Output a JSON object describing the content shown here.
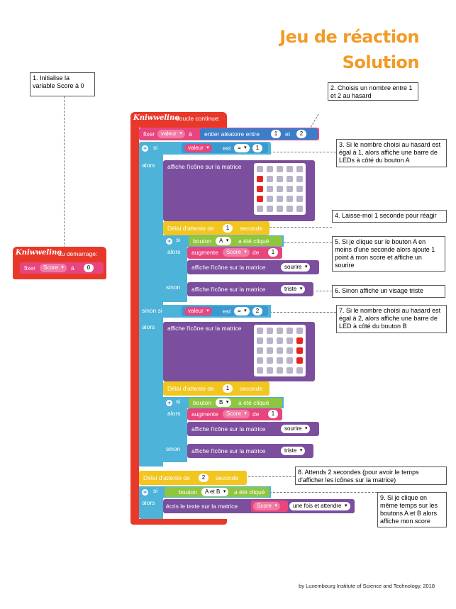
{
  "title": {
    "line1": "Jeu de réaction",
    "line2": "Solution"
  },
  "notes": {
    "n1": "1. Initialise la variable Score à 0",
    "n2": "2. Choisis un nombre entre 1 et 2 au hasard",
    "n3": "3. Si le nombre choisi au hasard est égal à 1, alors affiche une barre de LEDs à côté du bouton A",
    "n4": "4. Laisse-moi 1 seconde pour réagir",
    "n5": "5. Si je clique sur le bouton A en moins d'une seconde alors ajoute 1 point à mon score et affiche un sourire",
    "n6": "6. Sinon affiche un visage triste",
    "n7": "7. Si le nombre choisi au hasard est égal à 2, alors affiche une barre de LED à côté du bouton B",
    "n8": "8. Attends 2 secondes (pour avoir le temps d'afficher les icônes sur la matrice)",
    "n9": "9. Si je clique en même temps sur les boutons A et B alors affiche mon score"
  },
  "brand": "Kniwwelino",
  "start_block": {
    "hat": "au démarrage:",
    "set": "fixer",
    "var": "Score",
    "to": "à",
    "value": "0"
  },
  "loop_block": {
    "hat": "boucle continue:"
  },
  "set_valeur": {
    "fixer": "fixer",
    "var": "valeur",
    "a": "à",
    "random": "entier aléatoire entre",
    "min": "1",
    "et": "et",
    "max": "2"
  },
  "if1": {
    "si": "si",
    "var": "valeur",
    "est": "est",
    "op": "=",
    "value": "1",
    "alors": "alors",
    "show_icon": "affiche l'icône sur la matrice"
  },
  "delay1": {
    "label": "Délai d'attente de",
    "value": "1",
    "unit": "seconde"
  },
  "inner1": {
    "si": "si",
    "bouton": "bouton",
    "which": "A",
    "clicked": "a été cliqué",
    "alors": "alors",
    "augmente": "augmente",
    "var": "Score",
    "de": "de",
    "amount": "1",
    "show_icon": "affiche l'icône sur la matrice",
    "icon_yes": "sourire",
    "sinon": "sinon",
    "icon_no": "triste"
  },
  "elif": {
    "sinon_si": "sinon si",
    "var": "valeur",
    "est": "est",
    "op": "=",
    "value": "2",
    "alors": "alors",
    "show_icon": "affiche l'icône sur la matrice"
  },
  "delay2": {
    "label": "Délai d'attente de",
    "value": "1",
    "unit": "seconde"
  },
  "inner2": {
    "si": "si",
    "bouton": "bouton",
    "which": "B",
    "clicked": "a été cliqué",
    "alors": "alors",
    "augmente": "augmente",
    "var": "Score",
    "de": "de",
    "amount": "1",
    "show_icon": "affiche l'icône sur la matrice",
    "icon_yes": "sourire",
    "sinon": "sinon",
    "icon_no": "triste"
  },
  "delay3": {
    "label": "Délai d'attente de",
    "value": "2",
    "unit": "seconde"
  },
  "final_if": {
    "si": "si",
    "bouton": "bouton",
    "which": "A et B",
    "clicked": "a été cliqué",
    "alors": "alors",
    "write": "écris le texte sur la matrice",
    "var": "Score",
    "mode": "une fois et attendre"
  },
  "matrix_a": [
    [
      0,
      0,
      0,
      0,
      0
    ],
    [
      1,
      0,
      0,
      0,
      0
    ],
    [
      1,
      0,
      0,
      0,
      0
    ],
    [
      1,
      0,
      0,
      0,
      0
    ],
    [
      0,
      0,
      0,
      0,
      0
    ]
  ],
  "matrix_b": [
    [
      0,
      0,
      0,
      0,
      0
    ],
    [
      0,
      0,
      0,
      0,
      1
    ],
    [
      0,
      0,
      0,
      0,
      1
    ],
    [
      0,
      0,
      0,
      0,
      1
    ],
    [
      0,
      0,
      0,
      0,
      0
    ]
  ],
  "footer": "by Luxembourg Institute of Science and Technology, 2018",
  "colors": {
    "red": "#e8382a",
    "blue": "#4db3d8",
    "green": "#8ec63f",
    "purple": "#7b4f9e",
    "yellow": "#f2c51f",
    "pink": "#e8457e",
    "darkblue": "#3a7dc9",
    "orange": "#f39a25"
  }
}
